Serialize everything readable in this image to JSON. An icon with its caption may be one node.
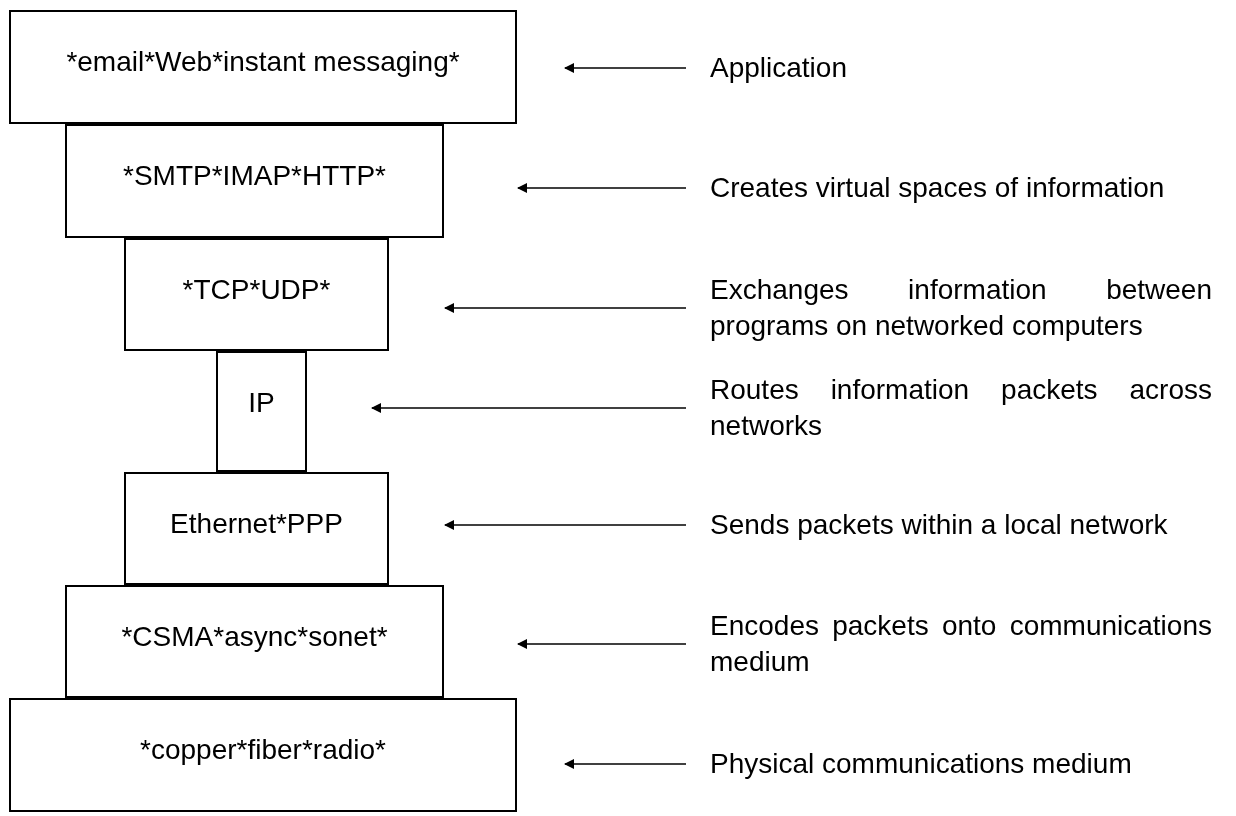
{
  "diagram": {
    "nodes": [
      {
        "text": [
          "*email*Web*instant messaging*"
        ]
      },
      {
        "text": [
          "*SMTP*IMAP*HTTP*"
        ]
      },
      {
        "text": [
          "*TCP*UDP*"
        ]
      },
      {
        "text": [
          "IP"
        ]
      },
      {
        "text": [
          "Ethernet*PPP"
        ]
      },
      {
        "text": [
          "*CSMA*async*sonet*"
        ]
      },
      {
        "text": [
          "*copper*fiber*radio*"
        ]
      },
      {
        "text": [
          "Application"
        ]
      },
      {
        "text": [
          "Creates virtual spaces of information"
        ]
      },
      {
        "text": [
          "Exchanges information between programs on networked computers"
        ]
      },
      {
        "text": [
          "Routes information packets across networks"
        ]
      },
      {
        "text": [
          "Sends packets within a local network"
        ]
      },
      {
        "text": [
          "Encodes packets onto communications medium"
        ]
      },
      {
        "text": [
          "Physical communications medium"
        ]
      }
    ],
    "edges": [
      {
        "from": 7,
        "to": null,
        "arrow": "to"
      },
      {
        "from": 8,
        "to": null,
        "arrow": "to"
      },
      {
        "from": 9,
        "to": null,
        "arrow": "to"
      },
      {
        "from": 10,
        "to": null,
        "arrow": "to"
      },
      {
        "from": 11,
        "to": null,
        "arrow": "to"
      },
      {
        "from": 12,
        "to": null,
        "arrow": "to"
      },
      {
        "from": 13,
        "to": null,
        "arrow": "to"
      }
    ]
  }
}
